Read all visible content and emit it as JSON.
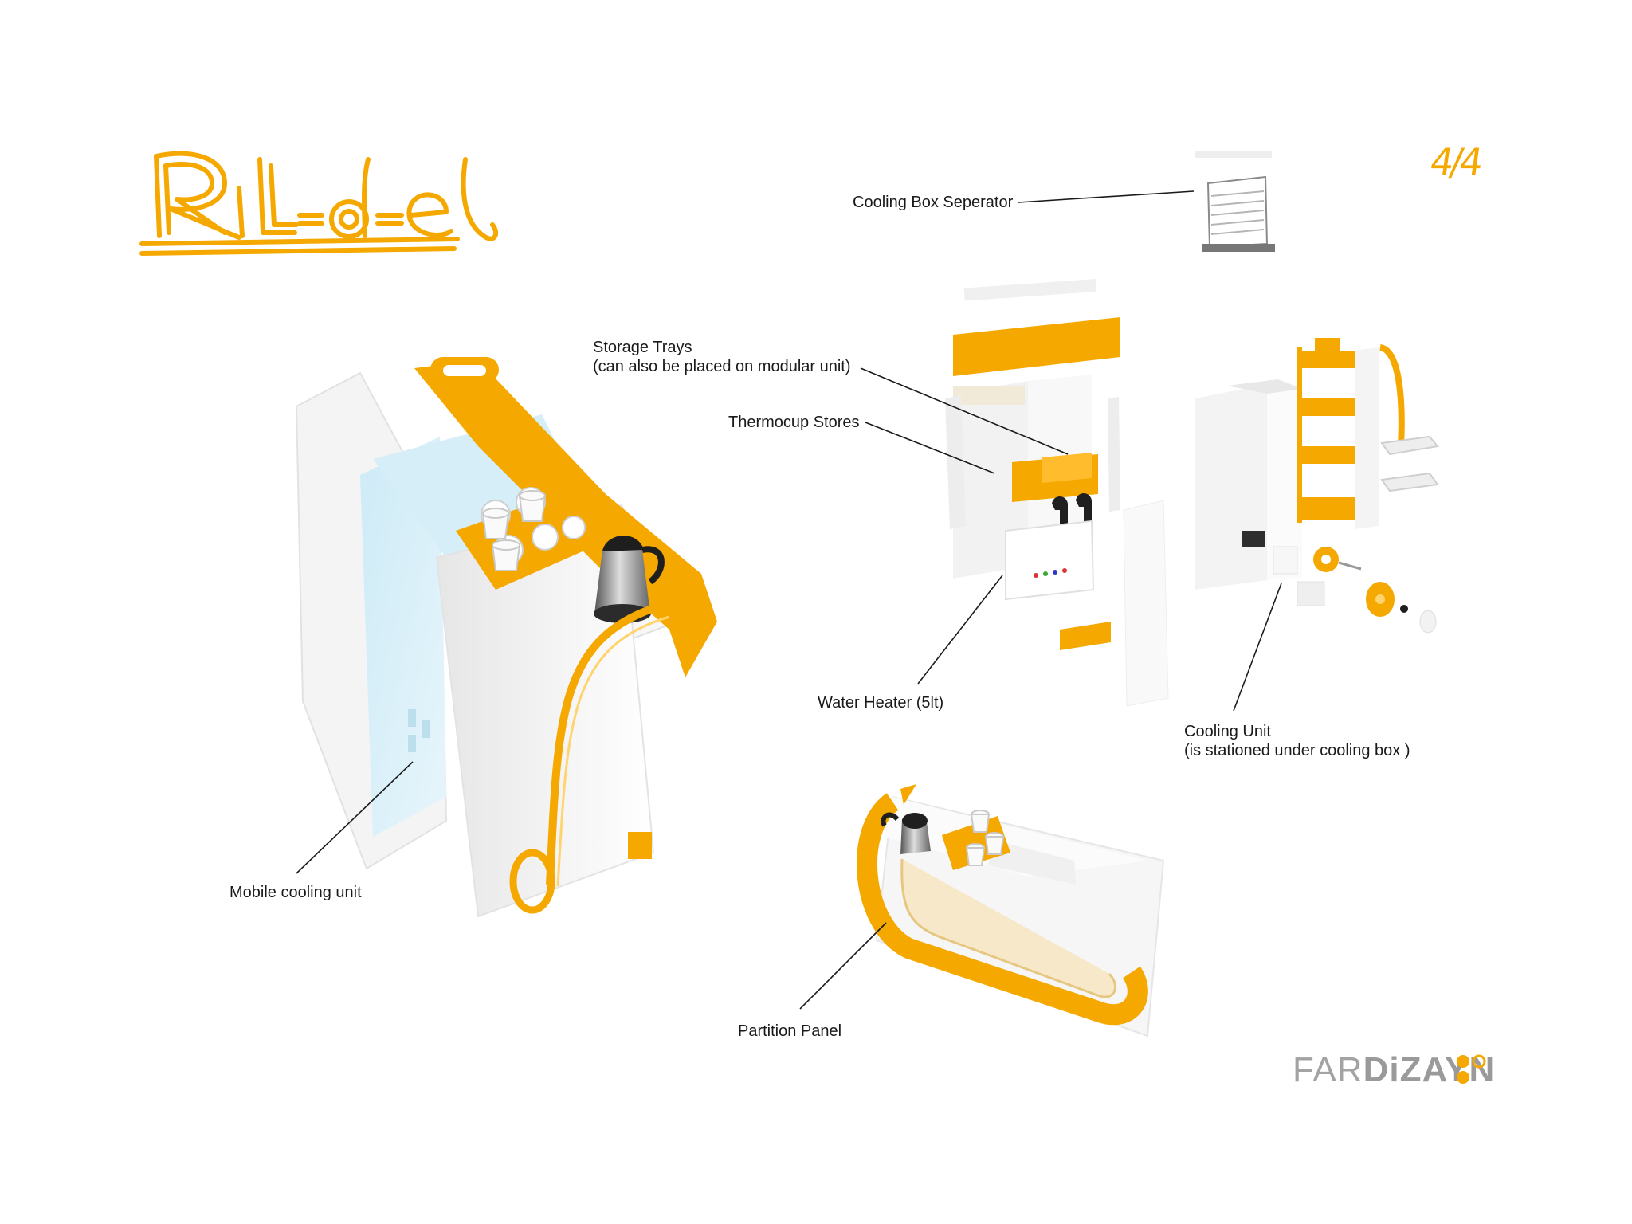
{
  "title": "Ril-d-el",
  "page": "4/4",
  "brand": {
    "part1": "FAR",
    "part2": "DiZAYN"
  },
  "colors": {
    "accent": "#f5a800",
    "ice": "#cfe9f5",
    "line": "#1a1a1a",
    "body": "#f3f3f3"
  },
  "labels": {
    "cooling_box_separator": "Cooling Box Seperator",
    "storage_trays_1": "Storage Trays",
    "storage_trays_2": "(can also be placed on modular unit)",
    "thermocup_stores": "Thermocup Stores",
    "water_heater": "Water Heater (5lt)",
    "cooling_unit_1": "Cooling Unit",
    "cooling_unit_2": "(is stationed under cooling box )",
    "mobile_cooling_unit": "Mobile cooling unit",
    "partition_panel": "Partition Panel"
  }
}
